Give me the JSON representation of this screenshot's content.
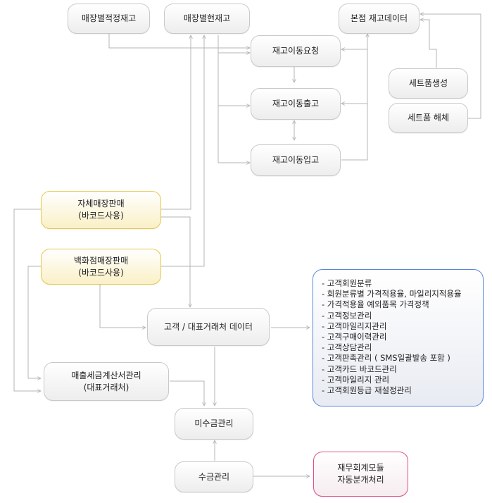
{
  "nodes": {
    "store_optimal_stock": "매장별적정재고",
    "store_current_stock": "매장별현재고",
    "hq_stock_data": "본점 재고데이터",
    "stock_move_request": "재고이동요청",
    "stock_move_out": "재고이동출고",
    "stock_move_in": "재고이동입고",
    "set_create": "세트품생성",
    "set_dismantle": "세트품 해체",
    "own_store_sales": [
      "자체매장판매",
      "(바코드사용)"
    ],
    "dept_store_sales": [
      "백화점매장판매",
      "(바코드사용)"
    ],
    "customer_data": "고객 / 대표거래처 데이터",
    "tax_invoice": [
      "매출세금계산서관리",
      "(대표거래처)"
    ],
    "receivables": "미수금관리",
    "collection": "수금관리",
    "accounting": [
      "재무회계모듈",
      "자동분개처리"
    ]
  },
  "customer_features": [
    "- 고객회원분류",
    "- 회원분류별 가격적용율, 마일리지적용율",
    "- 가격적용율 예외품목 가격정책",
    "- 고객정보관리",
    "- 고객마일리지관리",
    "- 고객구매이력관리",
    "- 고객상담관리",
    "- 고객판촉관리 ( SMS일괄발송 포함 )",
    "- 고객카드 바코드관리",
    "- 고객마일리지 관리",
    "- 고객회원등급 재설정관리"
  ],
  "colors": {
    "line": "#b4b4b4",
    "box_border": "#c9c9c9",
    "yellow_border": "#e8c84c",
    "blue_border": "#5a86d8",
    "pink_border": "#e0508a"
  }
}
